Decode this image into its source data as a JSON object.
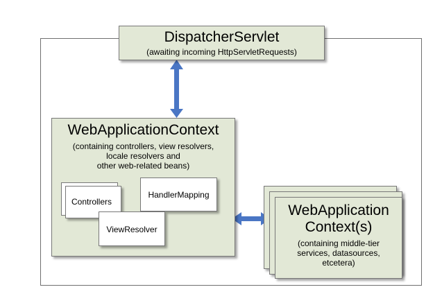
{
  "dispatcher": {
    "title": "DispatcherServlet",
    "subtitle": "(awaiting incoming HttpServletRequests)"
  },
  "web_context": {
    "title": "WebApplicationContext",
    "line1": "(containing controllers, view resolvers,",
    "line2": "locale resolvers and",
    "line3": "other web-related beans)",
    "controllers": "Controllers",
    "handler_mapping": "HandlerMapping",
    "view_resolver": "ViewResolver"
  },
  "root_context": {
    "title_line1": "WebApplication",
    "title_line2": "Context(s)",
    "line1": "(containing middle-tier",
    "line2": "services, datasources,",
    "line3": "etcetera)"
  },
  "colors": {
    "box_fill": "#e2e8d6",
    "arrow": "#4a76c4",
    "frame": "#6f6f6f"
  }
}
